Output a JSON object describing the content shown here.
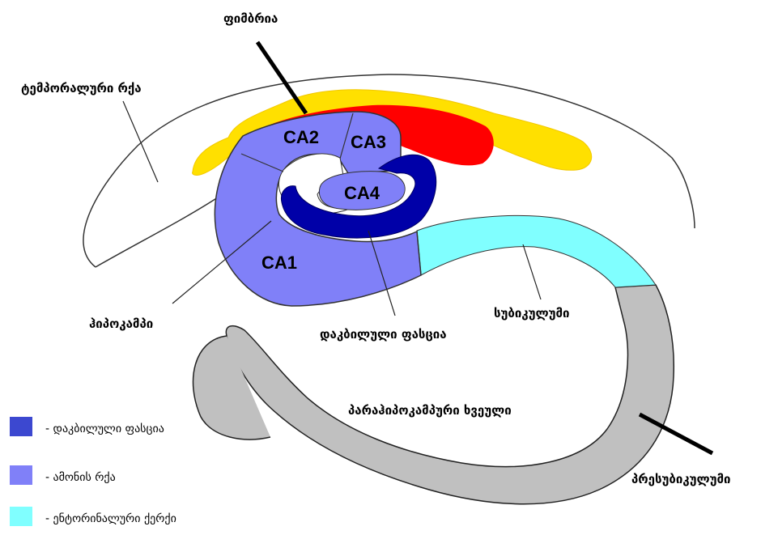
{
  "colors": {
    "dentate": "#0000a8",
    "ammon": "#8080f8",
    "entorhinal": "#80ffff",
    "fimbria": "#ff0000",
    "yellow": "#ffe000",
    "parahippocampal": "#c0c0c0",
    "legend_dentate": "#3c48d0"
  },
  "regions": {
    "ca1": "CA1",
    "ca2": "CA2",
    "ca3": "CA3",
    "ca4": "CA4"
  },
  "labels": {
    "fimbria": "ფიმბრია",
    "temporal_horn": "ტემპორალური რქა",
    "hippocampus": "ჰიპოკამპი",
    "dentate_fascia": "დაკბილული ფასცია",
    "subiculum": "სუბიკულუმი",
    "parahippocampal_gyrus": "პარაჰიპოკამპური ხვეული",
    "presubiculum": "პრესუბიკულუმი"
  },
  "legend": [
    {
      "color": "#3c48d0",
      "label": "- დაკბილული ფასცია"
    },
    {
      "color": "#8080f8",
      "label": "- ამონის რქა"
    },
    {
      "color": "#80ffff",
      "label": "- ენტორინალური ქერქი"
    }
  ]
}
